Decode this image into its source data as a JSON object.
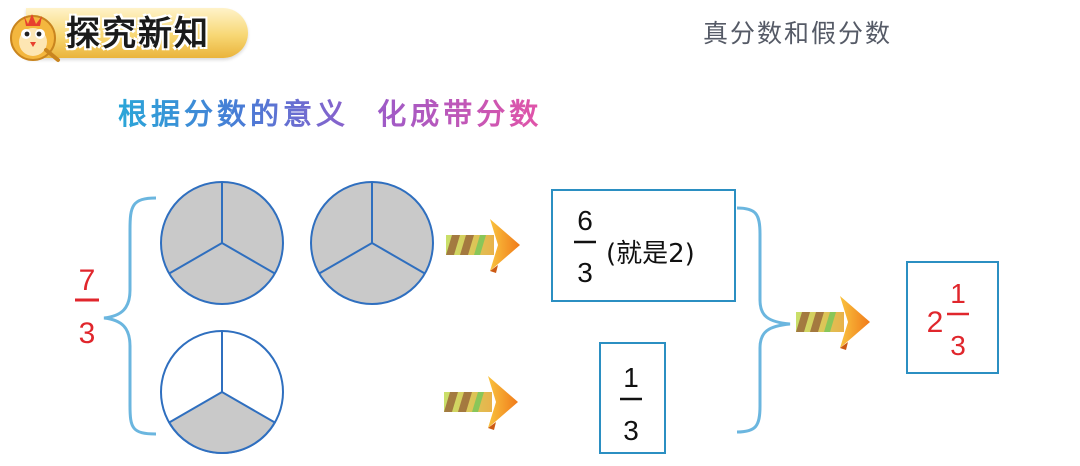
{
  "header": {
    "title": "探究新知"
  },
  "lesson_title": "真分数和假分数",
  "subtitle": "根据分数的意义  化成带分数",
  "left_fraction": {
    "numerator": "7",
    "denominator": "3"
  },
  "circles": [
    {
      "parts": 3,
      "shaded": 3
    },
    {
      "parts": 3,
      "shaded": 3
    },
    {
      "parts": 3,
      "shaded": 1
    }
  ],
  "box_top": {
    "numerator": "6",
    "denominator": "3",
    "note": "(就是2)"
  },
  "box_bottom": {
    "numerator": "1",
    "denominator": "3"
  },
  "result": {
    "whole": "2",
    "numerator": "1",
    "denominator": "3"
  },
  "colors": {
    "accent_red": "#e0262c",
    "box_border": "#2b8fc2",
    "brace": "#6bb6df",
    "shade": "#c9c9c9",
    "circle_line": "#2f6fbf"
  }
}
